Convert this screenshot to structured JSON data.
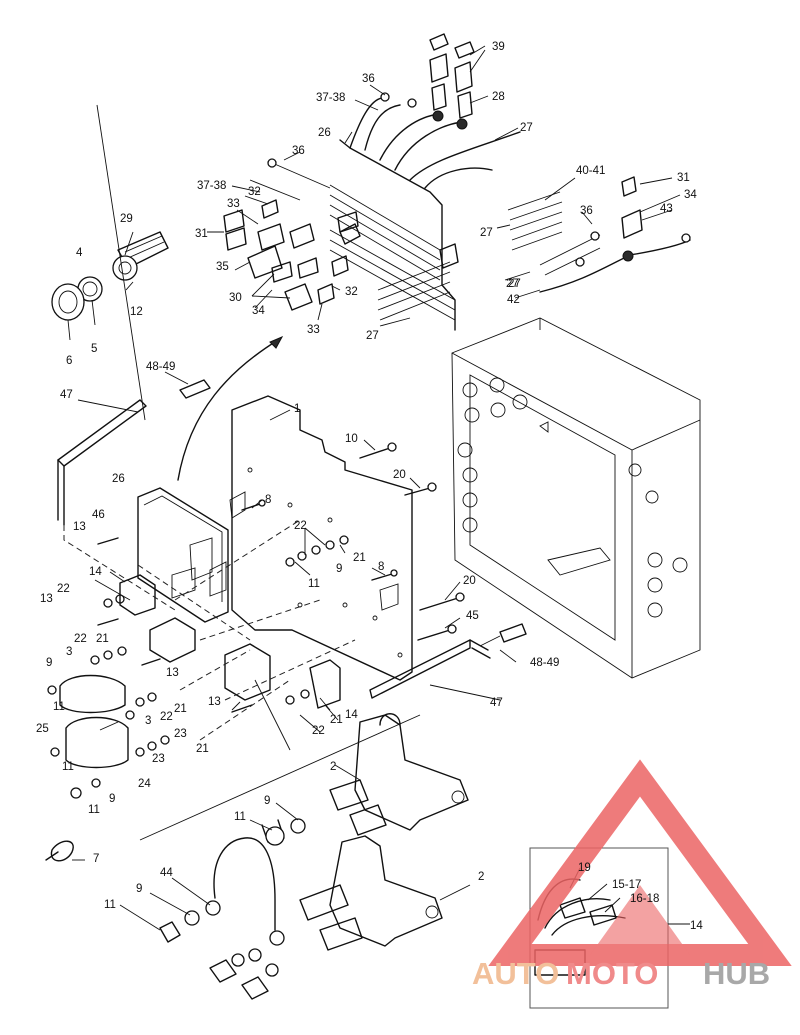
{
  "callouts": {
    "c1": "1",
    "c2a": "2",
    "c2b": "2",
    "c3a": "3",
    "c3b": "3",
    "c4": "4",
    "c5": "5",
    "c6": "6",
    "c7": "7",
    "c8a": "8",
    "c8b": "8",
    "c9a": "9",
    "c9b": "9",
    "c9c": "9",
    "c9d": "9",
    "c9e": "9",
    "c10": "10",
    "c11a": "11",
    "c11b": "11",
    "c11c": "11",
    "c11d": "11",
    "c11e": "11",
    "c11f": "11",
    "c12": "12",
    "c13a": "13",
    "c13b": "13",
    "c13c": "13",
    "c13d": "13",
    "c14a": "14",
    "c14b": "14",
    "c14c": "14",
    "c15": "15-17",
    "c16": "16-18",
    "c19": "19",
    "c20a": "20",
    "c20b": "20",
    "c21a": "21",
    "c21b": "21",
    "c21c": "21",
    "c21d": "21",
    "c21e": "21",
    "c22a": "22",
    "c22b": "22",
    "c22c": "22",
    "c22d": "22",
    "c22e": "22",
    "c23a": "23",
    "c23b": "23",
    "c24": "24",
    "c25": "25",
    "c26a": "26",
    "c26b": "26",
    "c27a": "27",
    "c27b": "27",
    "c27c": "27",
    "c27d": "27",
    "c27e": "27",
    "c28": "28",
    "c29": "29",
    "c30": "30",
    "c31a": "31",
    "c31b": "31",
    "c32a": "32",
    "c32b": "32",
    "c33a": "33",
    "c33b": "33",
    "c34a": "34",
    "c34b": "34",
    "c35": "35",
    "c36a": "36",
    "c36b": "36",
    "c36c": "36",
    "c3738a": "37-38",
    "c3738b": "37-38",
    "c39": "39",
    "c4041": "40-41",
    "c42": "42",
    "c43": "43",
    "c44": "44",
    "c45": "45",
    "c46": "46",
    "c47a": "47",
    "c47b": "47",
    "c4849a": "48-49",
    "c4849b": "48-49"
  },
  "watermark": {
    "part_a": "AUTO",
    "part_b": "MOTO",
    "part_c": "HUB",
    "color_a": "#f2c09a",
    "color_b": "#f08a8a",
    "color_c": "#a8a8a8",
    "logo_color": "#ec6464"
  }
}
